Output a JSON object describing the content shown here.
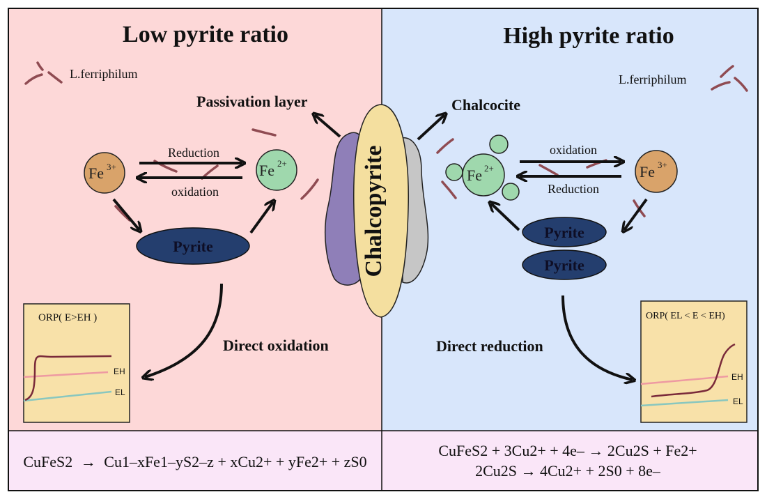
{
  "colors": {
    "left_bg": "#fdd8d8",
    "right_bg": "#d8e6fb",
    "formula_bg": "#fae6f8",
    "fe3": "#d9a36a",
    "fe2": "#9fd8ad",
    "pyrite": "#243e6e",
    "chalcopyrite": "#f4df9f",
    "passivation": "#8f7fb8",
    "chalcocite": "#c6c6c6",
    "bacteria": "#8f4b52",
    "orp_bg": "#f8e1a9",
    "orp_curve": "#7a2a3a",
    "eh_line": "#ee9aa2",
    "el_line": "#89c7bf"
  },
  "left": {
    "title": "Low pyrite ratio",
    "organism": "L.ferriphilum",
    "passivation_label": "Passivation layer",
    "fe3": {
      "base": "Fe",
      "sup": "3+"
    },
    "fe2": {
      "base": "Fe",
      "sup": "2+"
    },
    "reduction": "Reduction",
    "oxidation": "oxidation",
    "pyrite": "Pyrite",
    "process": "Direct oxidation",
    "orp": {
      "title": "ORP( E>EH )",
      "eh": "EH",
      "el": "EL"
    },
    "formula": {
      "lhs": "CuFeS2",
      "arrow": "→",
      "rhs": "Cu1–xFe1–yS2–z + xCu2+ + yFe2+ + zS0"
    }
  },
  "right": {
    "title": "High pyrite ratio",
    "organism": "L.ferriphilum",
    "chalcocite_label": "Chalcocite",
    "fe2": {
      "base": "Fe",
      "sup": "2+"
    },
    "fe3": {
      "base": "Fe",
      "sup": "3+"
    },
    "oxidation": "oxidation",
    "reduction": "Reduction",
    "pyrite_top": "Pyrite",
    "pyrite_bottom": "Pyrite",
    "process": "Direct reduction",
    "orp": {
      "title": "ORP( EL < E < EH)",
      "eh": "EH",
      "el": "EL"
    },
    "formula_1": "CuFeS2 + 3Cu2+ + 4e– → 2Cu2S + Fe2+",
    "formula_2": "2Cu2S → 4Cu2+ + 2S0 + 8e–"
  },
  "center": {
    "mineral": "Chalcopyrite"
  }
}
